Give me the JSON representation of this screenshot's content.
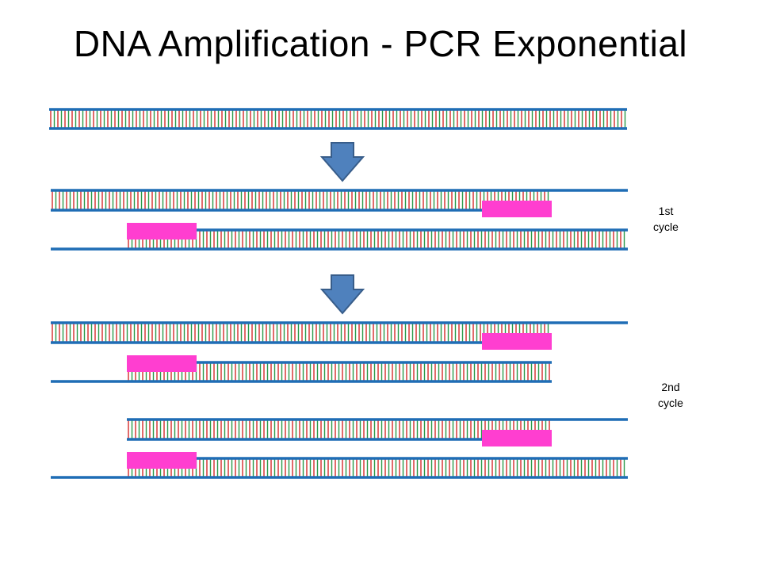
{
  "title": "DNA Amplification - PCR Exponential",
  "colors": {
    "backbone": "#1f6db5",
    "base_red": "#d42a2a",
    "base_green": "#2a9a4a",
    "primer": "#ff3ed0",
    "arrow_fill": "#4f81bd",
    "arrow_stroke": "#385d8a"
  },
  "cycle_labels": [
    {
      "line1": "1st",
      "line2": "cycle"
    },
    {
      "line1": "2nd",
      "line2": "cycle"
    }
  ],
  "icons": [
    "down-arrow-icon"
  ]
}
